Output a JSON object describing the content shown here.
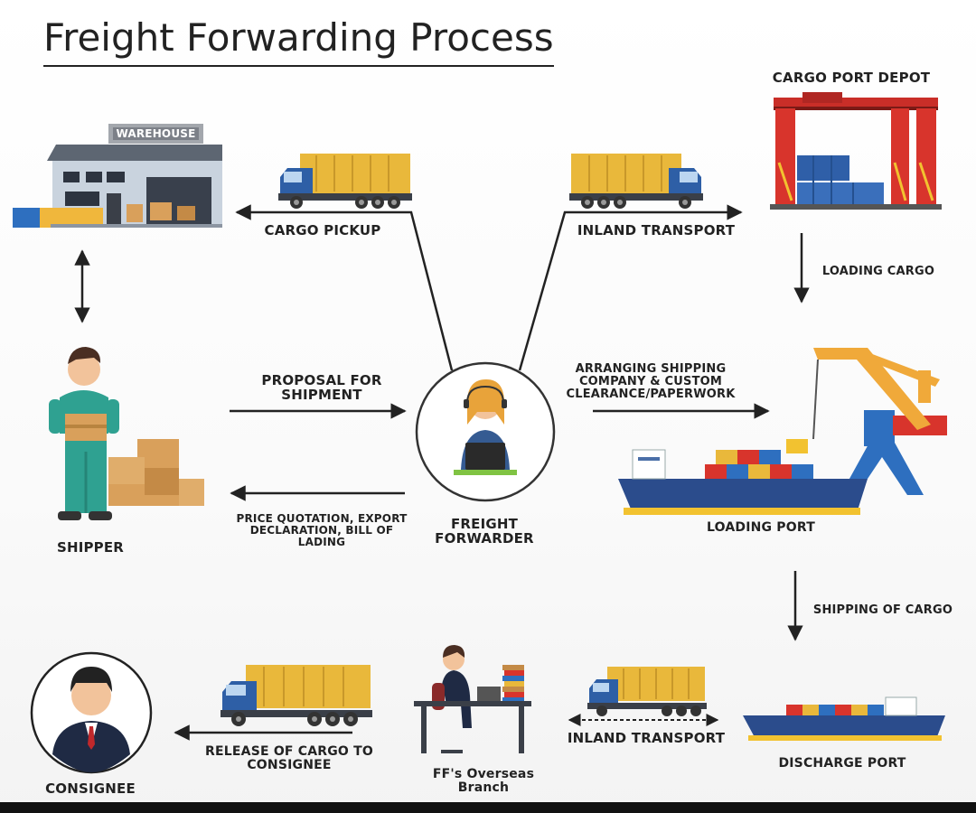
{
  "title": "Freight Forwarding Process",
  "labels": {
    "cargo_port_depot": "CARGO PORT DEPOT",
    "warehouse_sign": "WAREHOUSE",
    "cargo_pickup": "CARGO PICKUP",
    "inland_transport_top": "INLAND TRANSPORT",
    "loading_cargo": "LOADING CARGO",
    "proposal_for_shipment": "PROPOSAL FOR\nSHIPMENT",
    "arranging_shipping": "ARRANGING SHIPPING\nCOMPANY & CUSTOM\nCLEARANCE/PAPERWORK",
    "price_quotation": "PRICE QUOTATION, EXPORT\nDECLARATION, BILL OF\nLADING",
    "freight_forwarder": "FREIGHT\nFORWARDER",
    "loading_port": "LOADING PORT",
    "shipper": "SHIPPER",
    "shipping_of_cargo": "SHIPPING OF CARGO",
    "release_of_cargo": "RELEASE OF CARGO TO\nCONSIGNEE",
    "inland_transport_bottom": "INLAND TRANSPORT",
    "discharge_port": "DISCHARGE PORT",
    "ff_overseas_branch": "FF's Overseas\nBranch",
    "consignee": "CONSIGNEE"
  },
  "colors": {
    "container": "#e9b83b",
    "truck_cab": "#2e5fa6",
    "ship_hull": "#2b4c8c",
    "crane": "#f0a93a",
    "depot_crane": "#d8342c",
    "arrow": "#222222"
  }
}
